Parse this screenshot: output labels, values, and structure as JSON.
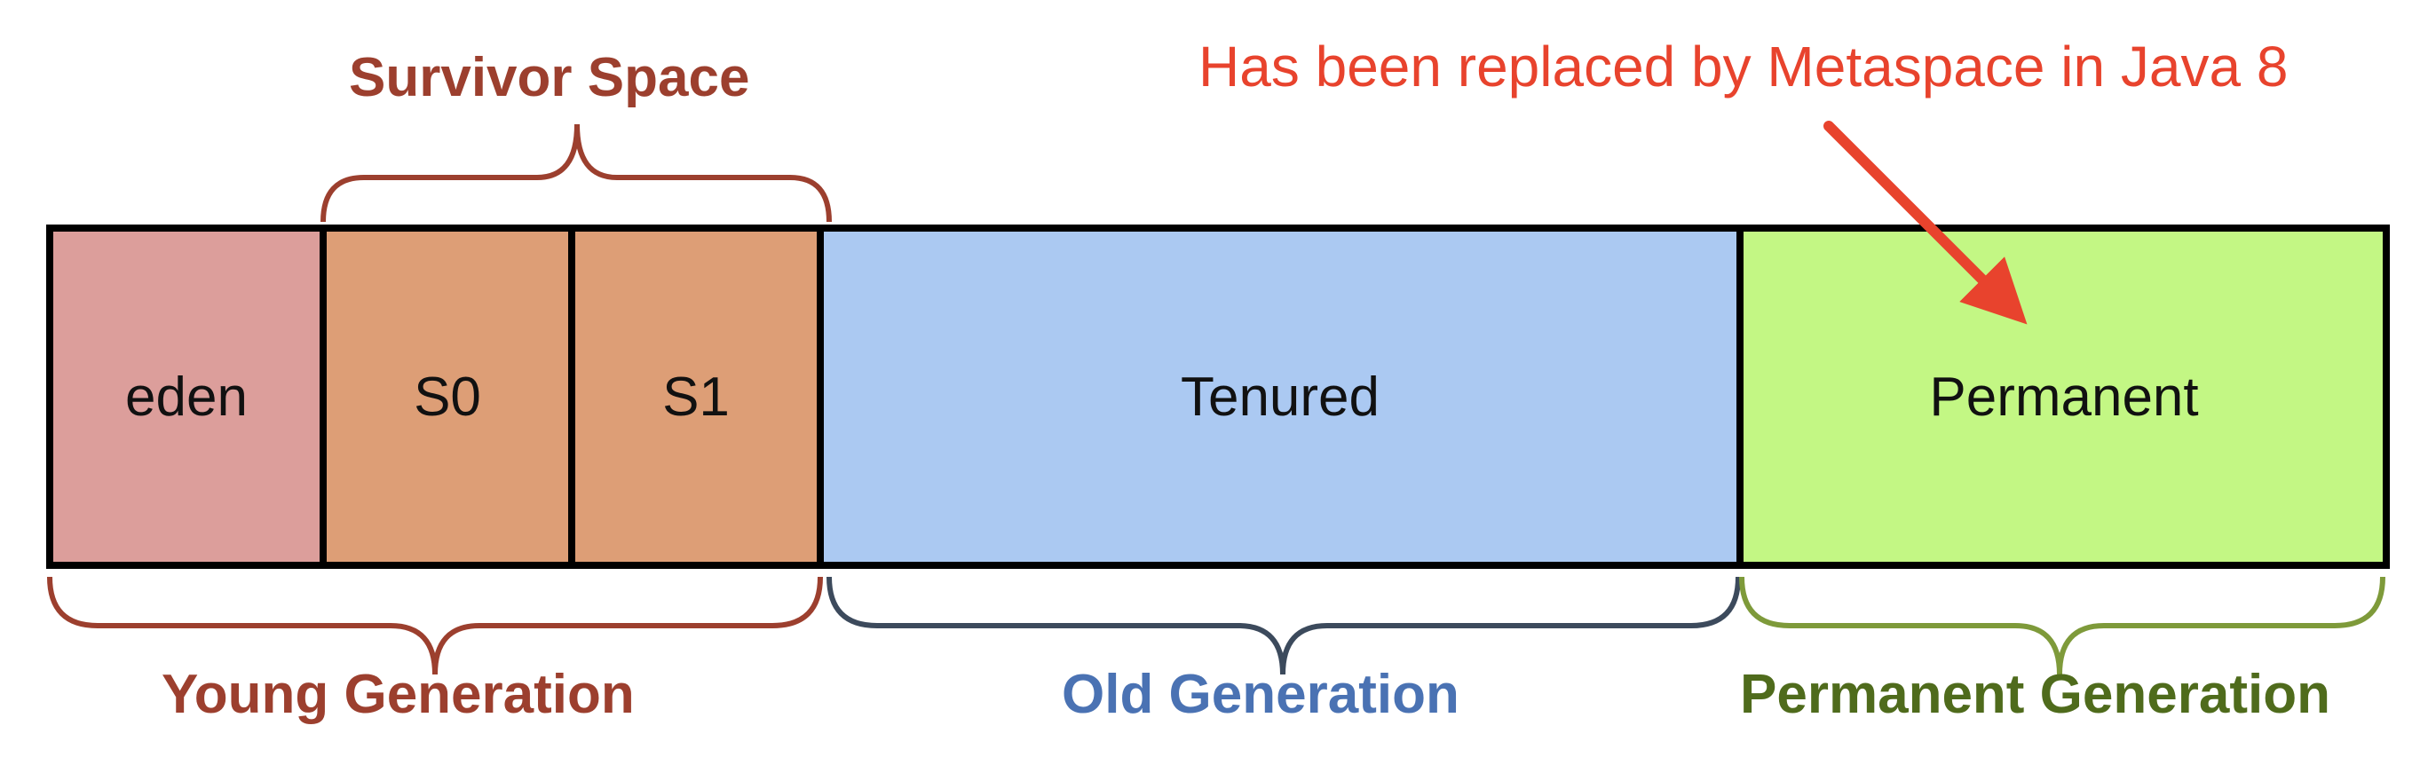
{
  "colors": {
    "eden": "#dc9e9b",
    "survivor": "#dd9e76",
    "tenured": "#abc9f2",
    "permanent": "#c3f784",
    "young_label": "#9c3f2e",
    "old_label": "#4a72b3",
    "perm_label": "#4f6b1c",
    "survivor_label": "#9c3f2e",
    "old_brace": "#3c4a5c",
    "perm_brace": "#7e9a3a",
    "annotation": "#e8432d"
  },
  "segments": {
    "eden": "eden",
    "s0": "S0",
    "s1": "S1",
    "tenured": "Tenured",
    "permanent": "Permanent"
  },
  "labels": {
    "survivor_space": "Survivor Space",
    "young_generation": "Young Generation",
    "old_generation": "Old Generation",
    "permanent_generation": "Permanent Generation"
  },
  "annotation": {
    "text": "Has been replaced by Metaspace in Java 8"
  }
}
